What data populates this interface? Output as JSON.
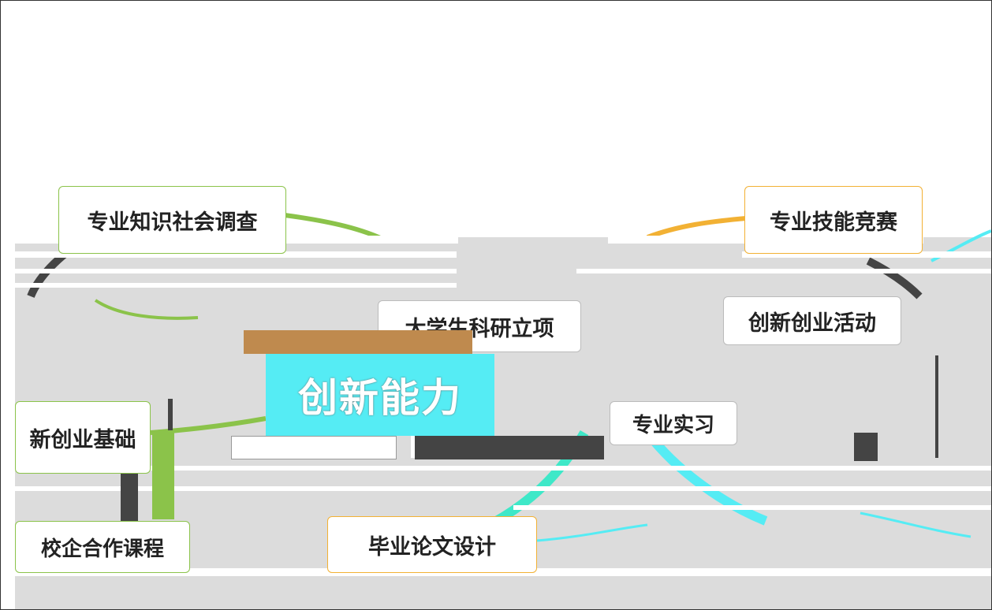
{
  "center": {
    "label": "创新能力"
  },
  "topics": [
    {
      "id": "survey",
      "label": "专业知识社会调查",
      "color": "#8bc34a"
    },
    {
      "id": "contest",
      "label": "专业技能竞赛",
      "color": "#f2b134"
    },
    {
      "id": "research",
      "label": "大学生科研立项",
      "color": "#8bc34a"
    },
    {
      "id": "activity",
      "label": "创新创业活动",
      "color": "#e84b6a"
    },
    {
      "id": "internship",
      "label": "专业实习",
      "color": "#3ee8c8"
    },
    {
      "id": "basics",
      "label": "新创业基础",
      "color": "#8bc34a"
    },
    {
      "id": "coop",
      "label": "校企合作课程",
      "color": "#8bc34a"
    },
    {
      "id": "thesis",
      "label": "毕业论文设计",
      "color": "#f2b134"
    }
  ],
  "colors": {
    "green": "#8bc34a",
    "orange": "#f2b134",
    "cyan": "#55ecf4",
    "teal": "#3ee8c8",
    "brown": "#bf8a4e",
    "pink": "#e84b6a"
  }
}
